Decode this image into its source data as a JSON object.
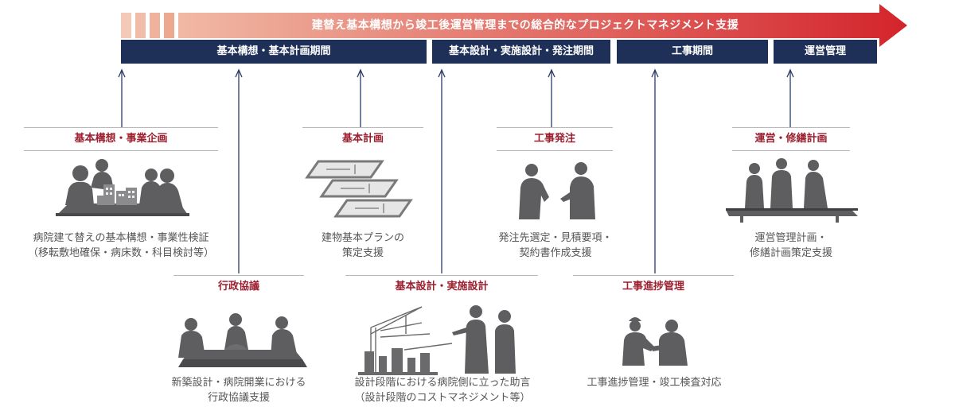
{
  "banner": {
    "text": "建替え基本構想から竣工後運営管理までの総合的なプロジェクトマネジメント支援",
    "gradient_start": "#f1b9a4",
    "gradient_end": "#d3242b"
  },
  "phases": [
    {
      "label": "基本構想・基本計画期間"
    },
    {
      "label": "基本設計・実施設計・発注期間"
    },
    {
      "label": "工事期間"
    },
    {
      "label": "運営管理"
    }
  ],
  "phase_color": "#1f3058",
  "title_color": "#9c1f2e",
  "nodes": [
    {
      "title": "基本構想・事業企画",
      "desc": [
        "病院建て替えの基本構想・事業性検証",
        "（移転敷地確保・病床数・科目検討等）"
      ],
      "icon": "meeting-table-building-model-icon"
    },
    {
      "title": "基本計画",
      "desc": [
        "建物基本プランの",
        "策定支援"
      ],
      "icon": "floor-plans-icon"
    },
    {
      "title": "工事発注",
      "desc": [
        "発注先選定・見積要項・",
        "契約書作成支援"
      ],
      "icon": "business-discussion-icon"
    },
    {
      "title": "運営・修繕計画",
      "desc": [
        "運営管理計画・",
        "修繕計画策定支援"
      ],
      "icon": "team-table-icon"
    },
    {
      "title": "行政協議",
      "desc": [
        "新築設計・病院開業における",
        "行政協議支援"
      ],
      "icon": "conference-table-icon"
    },
    {
      "title": "基本設計・実施設計",
      "desc": [
        "設計段階における病院側に立った助言",
        "（設計段階のコストマネジメント等）"
      ],
      "icon": "construction-crane-presentation-icon"
    },
    {
      "title": "工事進捗管理",
      "desc": [
        "工事進捗管理・竣工検査対応"
      ],
      "icon": "handshake-hardhat-icon"
    }
  ]
}
